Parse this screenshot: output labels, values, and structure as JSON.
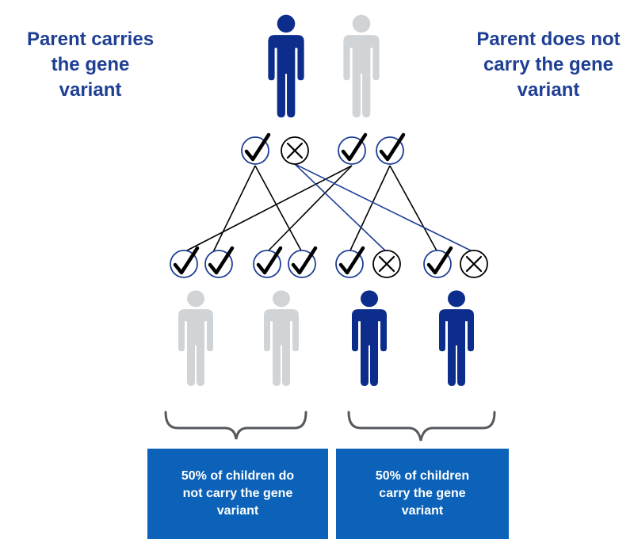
{
  "labels": {
    "parent_left": "Parent carries\nthe gene\nvariant",
    "parent_right": "Parent does not\ncarry the gene\nvariant"
  },
  "outcomes": {
    "left": "50% of children do\nnot carry the gene\nvariant",
    "right": "50% of children\ncarry the gene\nvariant"
  },
  "colors": {
    "carrier": "#0d2d8c",
    "non_carrier": "#d1d4d7",
    "label_text": "#1f3f94",
    "box": "#0b62b8",
    "brace": "#55585c",
    "blue_line": "#1f3f94"
  },
  "diagram": {
    "parents": [
      {
        "status": "carrier",
        "alleles": [
          "check-icon",
          "cross-icon"
        ]
      },
      {
        "status": "non_carrier",
        "alleles": [
          "check-icon",
          "check-icon"
        ]
      }
    ],
    "children": [
      {
        "status": "non_carrier",
        "alleles": [
          "check-icon",
          "check-icon"
        ]
      },
      {
        "status": "non_carrier",
        "alleles": [
          "check-icon",
          "check-icon"
        ]
      },
      {
        "status": "carrier",
        "alleles": [
          "check-icon",
          "cross-icon"
        ]
      },
      {
        "status": "carrier",
        "alleles": [
          "check-icon",
          "cross-icon"
        ]
      }
    ]
  }
}
